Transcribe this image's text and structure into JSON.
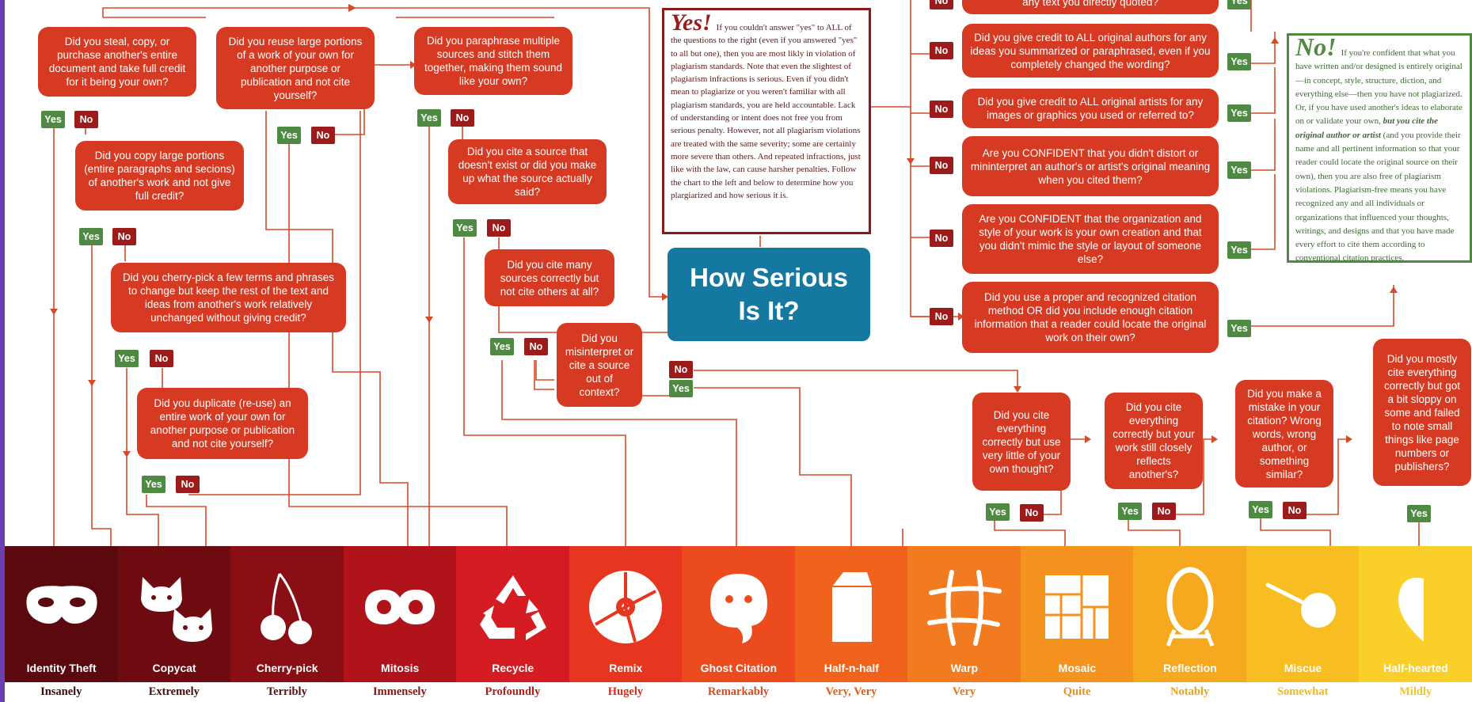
{
  "questions": {
    "q_steal": "Did you steal, copy, or purchase another's entire document and take full credit for it being your own?",
    "q_reuse": "Did you reuse large portions of a work of your own for another purpose or publication and not cite yourself?",
    "q_paraphrase": "Did you paraphrase multiple sources and stitch them together, making them sound like your own?",
    "q_copy_large": "Did you copy large portions (entire paragraphs and secions) of another's work and not give full credit?",
    "q_cite_nonexist": "Did you cite a source that doesn't exist or did you make up what the source actually said?",
    "q_cherry": "Did you cherry-pick a few terms and phrases to change but keep the rest of the text and ideas from another's work relatively unchanged without giving credit?",
    "q_cite_many": "Did you cite many sources correctly but not cite others at all?",
    "q_misinterpret": "Did you misinterpret or cite a source out of context?",
    "q_duplicate": "Did you duplicate (re-use) an entire work of your own for another purpose or publication and not cite yourself?",
    "q_directly_quoted": "any text you directly quoted?",
    "q_credit_authors": "Did you give credit to ALL original authors for any ideas you summarized or paraphrased, even if you completely changed the wording?",
    "q_credit_artists": "Did you give credit to ALL original artists for any images or graphics you used or referred to?",
    "q_confident_distort": "Are you CONFIDENT that you didn't distort or mininterpret an author's or artist's original meaning when you cited them?",
    "q_confident_org": "Are you CONFIDENT that the organization and style of your work is your own creation and that you didn't mimic the style or layout of someone else?",
    "q_citation_method": "Did you use a proper and recognized citation method OR did you include enough citation information that a reader could locate the original work on their own?",
    "q_little_thought": "Did you cite everything correctly but use very little of your own thought?",
    "q_closely_reflects": "Did you cite everything correctly but your work still closely reflects another's?",
    "q_mistake": "Did you make a mistake in your citation? Wrong words, wrong author, or something similar?",
    "q_sloppy": "Did you mostly cite everything correctly but got a bit sloppy on some and failed to note small things like page numbers or publishers?"
  },
  "answers": {
    "yes": "Yes",
    "no": "No"
  },
  "yes_box": {
    "heading": "Yes!",
    "text": "If you couldn't answer \"yes\" to ALL of the questions to the right (even if you answered \"yes\" to all but one), then you are most likly in violation of plagiarism standards. Note that even the slightest of plagiarism infractions is serious. Even if you didn't mean to plagiarize or you weren't familiar with all plagiarism standards, you are held accountable. Lack of understanding or intent does not free you from serious penalty. However, not all plagiarism violations are treated with the same severity; some are certainly more severe than others. And repeated infractions, just like with the law, can cause harsher penalties. Follow the chart to the left and below to determine how you plargiarized and how serious it is."
  },
  "no_box": {
    "heading": "No!",
    "text_a": "If you're confident that what you have written and/or designed is entirely original—in concept, style, structure, diction, and everything else—then you have not plagiarized. Or, if you have used another's ideas to elaborate on or validate your own,",
    "text_b": "but you cite the original author or artist",
    "text_c": "(and you provide their name and all pertinent information so that your reader could locate the original source on their own), then you are also free of plagiarism violations. Plagiarism-free means you have recognized any and all individuals or organizations that influenced your thoughts, writings, and designs and that you have made every effort to cite them according to conventional citation practices."
  },
  "center": {
    "title_line1": "How Serious",
    "title_line2": "Is It?"
  },
  "categories": [
    {
      "name": "Identity Theft",
      "severity": "Insanely",
      "color": "#5a0a0e",
      "icon": "mask-icon",
      "sev_color": "#3a0a0a"
    },
    {
      "name": "Copycat",
      "severity": "Extremely",
      "color": "#6e0b10",
      "icon": "cats-icon",
      "sev_color": "#4a0b0b"
    },
    {
      "name": "Cherry-pick",
      "severity": "Terribly",
      "color": "#8a0f14",
      "icon": "cherry-icon",
      "sev_color": "#5e0f0f"
    },
    {
      "name": "Mitosis",
      "severity": "Immensely",
      "color": "#b0141a",
      "icon": "mitosis-icon",
      "sev_color": "#8a1414"
    },
    {
      "name": "Recycle",
      "severity": "Profoundly",
      "color": "#d41c22",
      "icon": "recycle-icon",
      "sev_color": "#b31a1a"
    },
    {
      "name": "Remix",
      "severity": "Hugely",
      "color": "#e6361f",
      "icon": "disc-icon",
      "sev_color": "#d0301a"
    },
    {
      "name": "Ghost Citation",
      "severity": "Remarkably",
      "color": "#eb4b1d",
      "icon": "ghost-icon",
      "sev_color": "#dc4a1a"
    },
    {
      "name": "Half-n-half",
      "severity": "Very, Very",
      "color": "#ef631d",
      "icon": "carton-icon",
      "sev_color": "#e35d14"
    },
    {
      "name": "Warp",
      "severity": "Very",
      "color": "#f27b1f",
      "icon": "warp-icon",
      "sev_color": "#e8751a"
    },
    {
      "name": "Mosaic",
      "severity": "Quite",
      "color": "#f5931f",
      "icon": "mosaic-icon",
      "sev_color": "#ee8e18"
    },
    {
      "name": "Reflection",
      "severity": "Notably",
      "color": "#f6a81f",
      "icon": "mirror-icon",
      "sev_color": "#f0a318"
    },
    {
      "name": "Miscue",
      "severity": "Somewhat",
      "color": "#f8bd20",
      "icon": "miscue-icon",
      "sev_color": "#f2b818"
    },
    {
      "name": "Half-hearted",
      "severity": "Mildly",
      "color": "#fbcf2a",
      "icon": "half-heart-icon",
      "sev_color": "#f2c62a"
    }
  ],
  "colors": {
    "question": "#d63a22",
    "yes": "#4f8a43",
    "no": "#9e1b1b",
    "center": "#1478a0",
    "line": "#d64a2a"
  }
}
